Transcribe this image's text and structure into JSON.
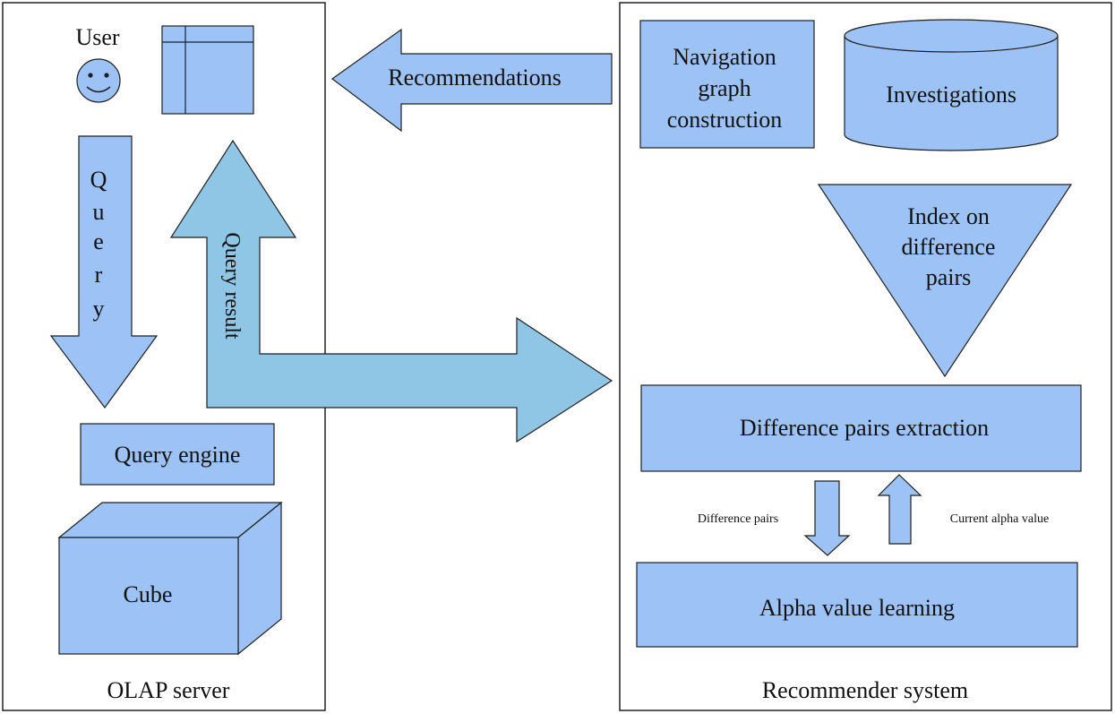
{
  "olap_server": {
    "label": "OLAP server",
    "user_label": "User",
    "query_label": [
      "Q",
      "u",
      "e",
      "r",
      "y"
    ],
    "query_result_label": "Query result",
    "query_engine_label": "Query engine",
    "cube_label": "Cube"
  },
  "recommendations_label": "Recommendations",
  "recommender_system": {
    "label": "Recommender system",
    "navigation_graph_label": [
      "Navigation",
      "graph",
      "construction"
    ],
    "investigations_label": "Investigations",
    "index_label": [
      "Index on",
      "difference",
      "pairs"
    ],
    "difference_pairs_extraction_label": "Difference pairs extraction",
    "difference_pairs_label": "Difference pairs",
    "current_alpha_label": "Current alpha value",
    "alpha_learning_label": "Alpha value learning"
  },
  "colors": {
    "box_fill": "#9dc3f6",
    "wide_arrow_fill": "#8fc6e6",
    "outline": "#1f1f1f"
  }
}
